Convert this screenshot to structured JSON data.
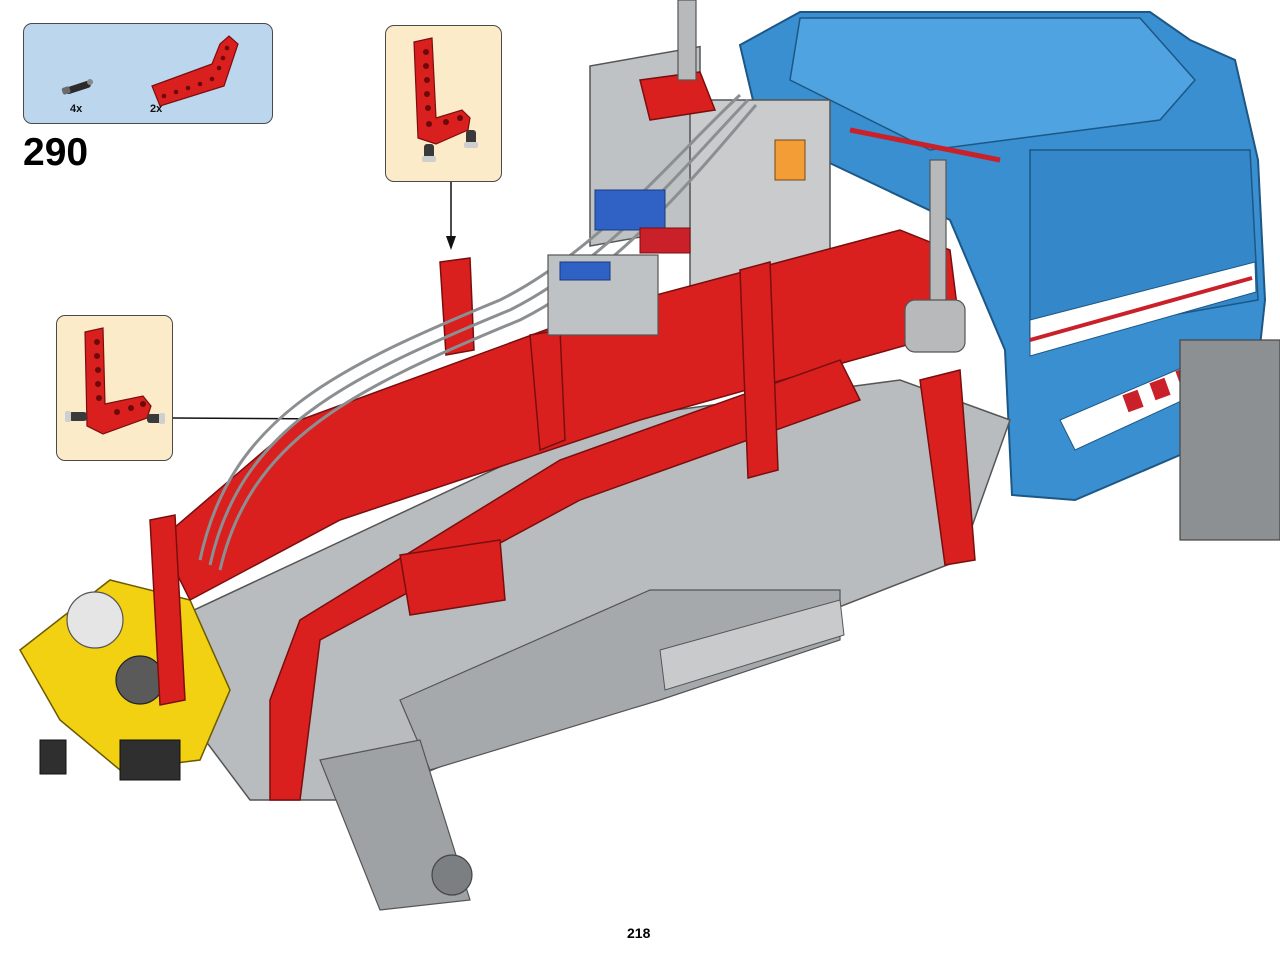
{
  "parts_list": {
    "items": [
      {
        "name": "black-axle-pin",
        "quantity": "4x"
      },
      {
        "name": "red-l-beam",
        "quantity": "2x"
      }
    ]
  },
  "step": {
    "number": "290"
  },
  "page": {
    "number": "218"
  },
  "colors": {
    "parts_box_bg": "#bcd6ee",
    "callout_bg": "#fcebc8",
    "red_part": "#d9201f",
    "blue_cab": "#3a8fd0",
    "grey_part": "#a7aaad",
    "yellow_part": "#f2d012"
  }
}
